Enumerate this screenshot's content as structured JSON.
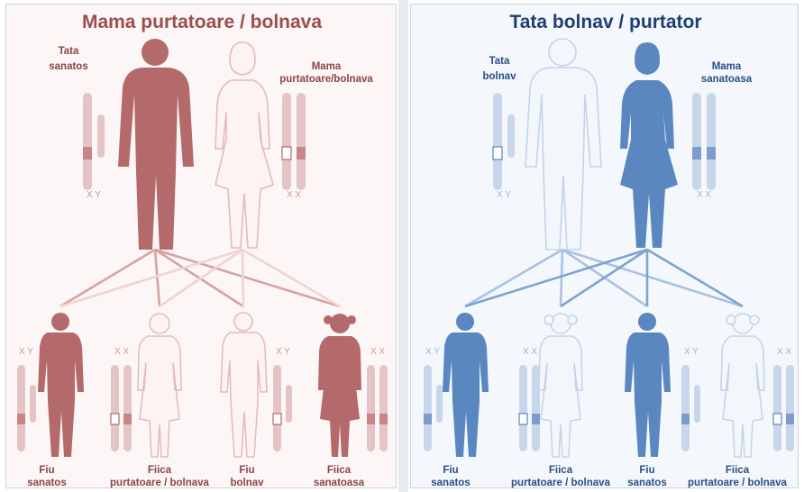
{
  "left": {
    "title": "Mama purtatoare / bolnava",
    "color": "#b46a6a",
    "father": {
      "label1": "Tata",
      "label2": "sanatos",
      "chromosomes": "X Y"
    },
    "mother": {
      "label1": "Mama",
      "label2": "purtatoare/bolnava",
      "chromosomes": "X X"
    },
    "children": [
      {
        "label1": "Fiu",
        "label2": "sanatos",
        "chromosomes": "X Y"
      },
      {
        "label1": "Fiica",
        "label2": "purtatoare / bolnava",
        "chromosomes": "X X"
      },
      {
        "label1": "Fiu",
        "label2": "bolnav",
        "chromosomes": "X Y"
      },
      {
        "label1": "Fiica",
        "label2": "sanatoasa",
        "chromosomes": "X X"
      }
    ]
  },
  "right": {
    "title": "Tata bolnav / purtator",
    "color": "#5a87c0",
    "father": {
      "label1": "Tata",
      "label2": "bolnav",
      "chromosomes": "X Y"
    },
    "mother": {
      "label1": "Mama",
      "label2": "sanatoasa",
      "chromosomes": "X X"
    },
    "children": [
      {
        "label1": "Fiu",
        "label2": "sanatos",
        "chromosomes": "X Y"
      },
      {
        "label1": "Fiica",
        "label2": "purtatoare / bolnava",
        "chromosomes": "X X"
      },
      {
        "label1": "Fiu",
        "label2": "sanatos",
        "chromosomes": "X Y"
      },
      {
        "label1": "Fiica",
        "label2": "purtatoare / bolnava",
        "chromosomes": "X X"
      }
    ]
  }
}
